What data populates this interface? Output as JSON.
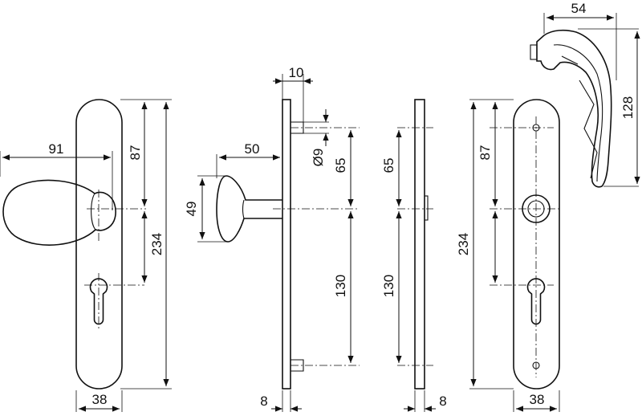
{
  "dimensions": {
    "d91": "91",
    "d87_left": "87",
    "d234_left": "234",
    "d38_left": "38",
    "d10": "10",
    "d50": "50",
    "d49": "49",
    "d_dia9": "Ø9",
    "d65_mid": "65",
    "d130_mid": "130",
    "d8_mid": "8",
    "d65_right": "65",
    "d130_right": "130",
    "d8_right": "8",
    "d87_right": "87",
    "d234_right": "234",
    "d38_right": "38",
    "d54": "54",
    "d128": "128"
  }
}
